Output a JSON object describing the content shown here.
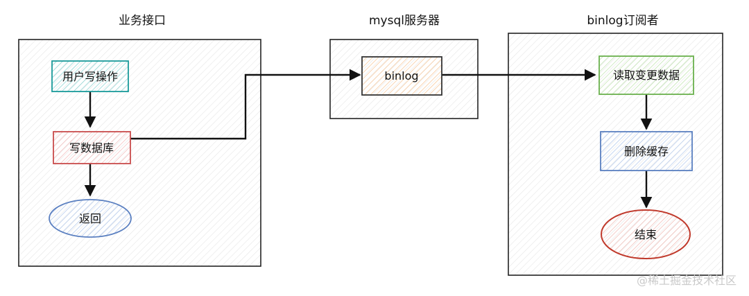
{
  "diagram": {
    "groups": {
      "business": "业务接口",
      "mysql": "mysql服务器",
      "subscriber": "binlog订阅者"
    },
    "nodes": {
      "user_write": "用户写操作",
      "write_db": "写数据库",
      "return": "返回",
      "binlog": "binlog",
      "read_change": "读取变更数据",
      "delete_cache": "删除缓存",
      "end": "结束"
    },
    "colors": {
      "teal": "#1a9a9a",
      "red": "#c94b4b",
      "blue": "#5a7fc0",
      "orange": "#f0a25c",
      "green": "#6ab04c",
      "dark_red": "#c0392b",
      "line": "#111111"
    }
  },
  "watermark": "@稀土掘金技术社区"
}
